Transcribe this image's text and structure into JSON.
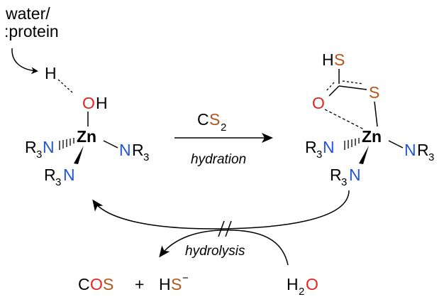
{
  "colors": {
    "nitrogen": "#2155d6",
    "oxygen": "#e8231b",
    "sulfur": "#b5541b",
    "black": "#000000"
  },
  "attack": {
    "line1": "water/",
    "line2": ":protein"
  },
  "left_complex": {
    "hydrogen": "H",
    "oxygen": "O",
    "oh_h": "H",
    "metal": "Zn",
    "ligand_left_r": "R",
    "ligand_left_sub": "3",
    "ligand_left_n": "N",
    "ligand_right_n": "N",
    "ligand_right_r": "R",
    "ligand_right_sub": "3",
    "ligand_bottom_r": "R",
    "ligand_bottom_sub": "3",
    "ligand_bottom_n": "N"
  },
  "reaction": {
    "reagent_c": "C",
    "reagent_s": "S",
    "reagent_sub": "2",
    "condition": "hydration"
  },
  "right_complex": {
    "hs_h": "H",
    "hs_s": "S",
    "oxygen": "O",
    "sulfur": "S",
    "metal": "Zn",
    "ligand_left_r": "R",
    "ligand_left_sub": "3",
    "ligand_left_n": "N",
    "ligand_right_n": "N",
    "ligand_right_r": "R",
    "ligand_right_sub": "3",
    "ligand_bottom_r": "R",
    "ligand_bottom_sub": "3",
    "ligand_bottom_n": "N"
  },
  "hydrolysis": {
    "label": "hydrolysis"
  },
  "products": {
    "cos_c": "C",
    "cos_o": "O",
    "cos_s": "S",
    "plus": "+",
    "hs_h": "H",
    "hs_s": "S",
    "hs_charge": "−"
  },
  "water": {
    "h": "H",
    "sub": "2",
    "o": "O"
  }
}
